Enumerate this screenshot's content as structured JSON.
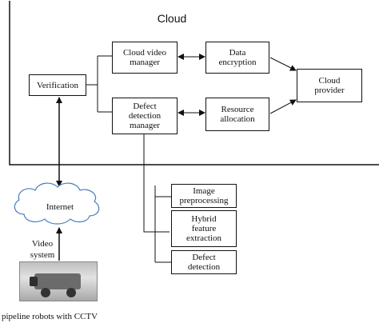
{
  "diagram": {
    "cloud_label": "Cloud",
    "nodes": {
      "verification": "Verification",
      "cloud_video_manager": "Cloud video\nmanager",
      "data_encryption": "Data\nencryption",
      "cloud_provider": "Cloud\nprovider",
      "defect_detection_manager": "Defect\ndetection\nmanager",
      "resource_allocation": "Resource\nallocation",
      "image_preprocessing": "Image\npreprocessing",
      "hybrid_feature_extraction": "Hybrid\nfeature\nextraction",
      "defect_detection": "Defect\ndetection",
      "internet": "Internet"
    },
    "video_system_label": "Video\nsystem",
    "robot_caption": "pipeline robots with CCTV",
    "colors": {
      "line": "#111111",
      "cloud_fill": "#ffffff",
      "cloud_stroke": "#4a7cc0"
    }
  }
}
